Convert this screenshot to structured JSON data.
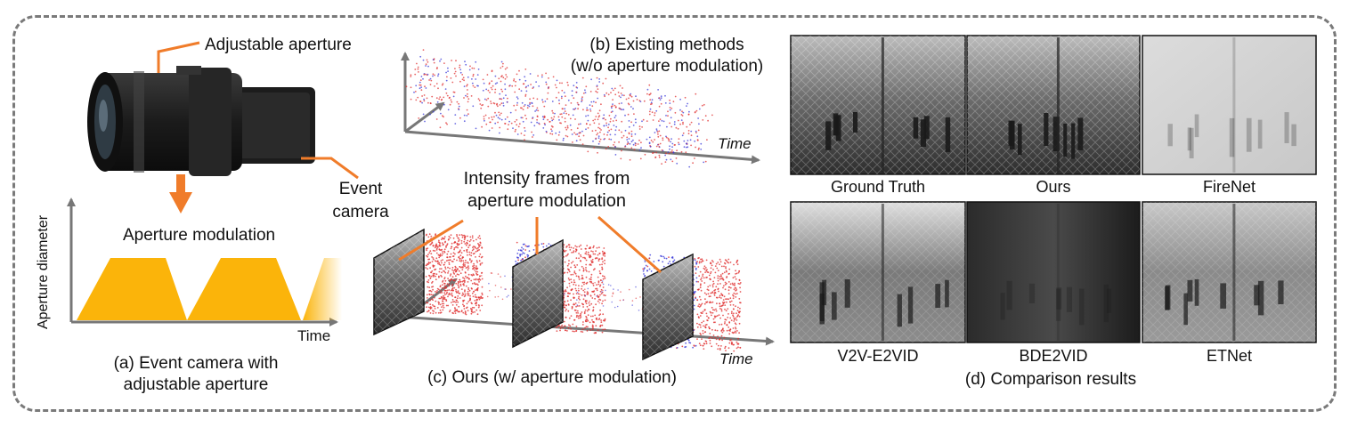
{
  "panel_a": {
    "adjustable_aperture": "Adjustable aperture",
    "event_camera_line1": "Event",
    "event_camera_line2": "camera",
    "aperture_modulation": "Aperture modulation",
    "y_axis_label": "Aperture diameter",
    "x_axis_label": "Time",
    "caption_line1": "(a) Event camera with",
    "caption_line2": "adjustable aperture"
  },
  "panel_b": {
    "title_line1": "(b) Existing methods",
    "title_line2": "(w/o aperture modulation)",
    "x_axis_label": "Time"
  },
  "panel_c": {
    "annotation_line1": "Intensity frames from",
    "annotation_line2": "aperture modulation",
    "x_axis_label": "Time",
    "caption": "(c) Ours (w/ aperture modulation)"
  },
  "panel_d": {
    "caption": "(d) Comparison results",
    "images": [
      {
        "label": "Ground Truth"
      },
      {
        "label": "Ours"
      },
      {
        "label": "FireNet"
      },
      {
        "label": "V2V-E2VID"
      },
      {
        "label": "BDE2VID"
      },
      {
        "label": "ETNet"
      }
    ]
  },
  "colors": {
    "orange": "#f07c2a",
    "aperture_fill": "#fbb40a",
    "event_red": "#e03030",
    "event_blue": "#3a3ad8",
    "axis": "#777777",
    "frame_border": "#7a7a7a"
  }
}
